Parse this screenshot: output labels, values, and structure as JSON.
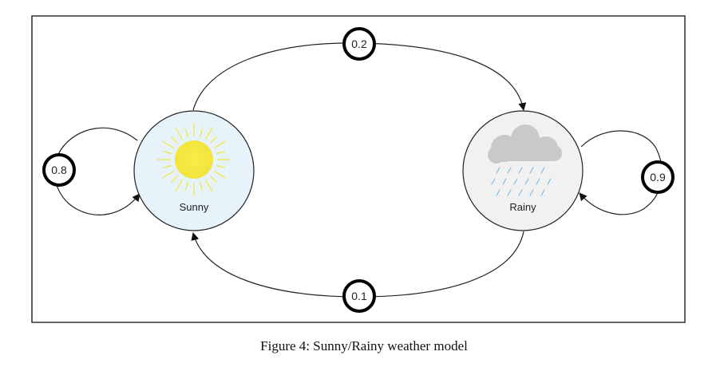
{
  "diagram": {
    "states": [
      {
        "id": "sunny",
        "label": "Sunny",
        "icon": "sun-icon",
        "fill": "#e6f3fb",
        "icon_color": "#f3e43c"
      },
      {
        "id": "rainy",
        "label": "Rainy",
        "icon": "rain-cloud-icon",
        "fill": "#f1f1f1",
        "cloud_color": "#c9c9c9",
        "rain_color": "#7cc0e6"
      }
    ],
    "transitions": [
      {
        "from": "sunny",
        "to": "rainy",
        "probability": "0.2"
      },
      {
        "from": "rainy",
        "to": "sunny",
        "probability": "0.1"
      },
      {
        "from": "sunny",
        "to": "sunny",
        "probability": "0.8"
      },
      {
        "from": "rainy",
        "to": "rainy",
        "probability": "0.9"
      }
    ]
  },
  "caption": "Figure 4: Sunny/Rainy weather model"
}
